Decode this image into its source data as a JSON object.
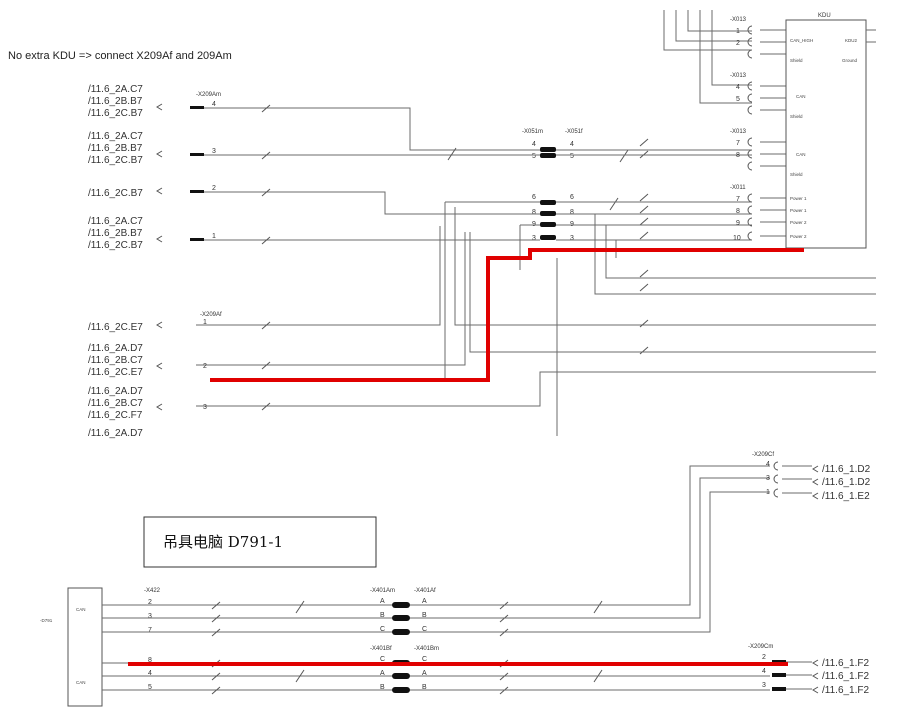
{
  "note": "No extra KDU => connect X209Af and 209Am",
  "callout": "吊具电脑 D791-1",
  "kdu": {
    "title": "KDU",
    "labels": [
      "CAN_HIGH",
      "Shield",
      "CAN",
      "Shield",
      "CAN",
      "Shield",
      "Power 1",
      "Power 1",
      "Power 2",
      "Power 2",
      "KDU2",
      "Ground"
    ]
  },
  "connectors": {
    "x209am": "-X209Am",
    "x209af": "-X209Af",
    "x051m": "-X051m",
    "x051f": "-X051f",
    "x013a": "-X013",
    "x013b": "-X013",
    "x013c": "-X013",
    "x011": "-X011",
    "x209cf": "-X209Cf",
    "x209cm": "-X209Cm",
    "x422": "-X422",
    "x401am": "-X401Am",
    "x401af": "-X401Af",
    "x401bf": "-X401Bf",
    "x401bm": "-X401Bm",
    "d791": "-D791"
  },
  "refs_upper": [
    "/11.6_2A.C7",
    "/11.6_2B.B7",
    "/11.6_2C.B7",
    "/11.6_2A.C7",
    "/11.6_2B.B7",
    "/11.6_2C.B7",
    "/11.6_2C.B7",
    "/11.6_2A.C7",
    "/11.6_2B.B7",
    "/11.6_2C.B7",
    "/11.6_2C.E7",
    "/11.6_2A.D7",
    "/11.6_2B.C7",
    "/11.6_2C.E7",
    "/11.6_2A.D7",
    "/11.6_2B.C7",
    "/11.6_2C.F7",
    "/11.6_2A.D7"
  ],
  "refs_lower": [
    "/11.6_1.D2",
    "/11.6_1.D2",
    "/11.6_1.E2",
    "/11.6_1.F2",
    "/11.6_1.F2",
    "/11.6_1.F2"
  ],
  "pins": {
    "am": [
      "4",
      "3",
      "2",
      "1"
    ],
    "af": [
      "1",
      "2",
      "3"
    ],
    "x051_left": [
      "4",
      "5",
      "6",
      "8",
      "9",
      "3"
    ],
    "x051_right": [
      "4",
      "5",
      "6",
      "8",
      "9",
      "3"
    ],
    "x013": [
      "1",
      "2",
      "4",
      "5",
      "7",
      "8"
    ],
    "x011": [
      "7",
      "8",
      "9",
      "10"
    ],
    "x209cf": [
      "4",
      "3",
      "1"
    ],
    "x422": [
      "2",
      "3",
      "7",
      "8",
      "4",
      "5"
    ],
    "x401a": [
      "A",
      "B",
      "C"
    ],
    "x401b": [
      "C",
      "A",
      "B"
    ],
    "x209cm": [
      "2",
      "4",
      "3"
    ]
  }
}
